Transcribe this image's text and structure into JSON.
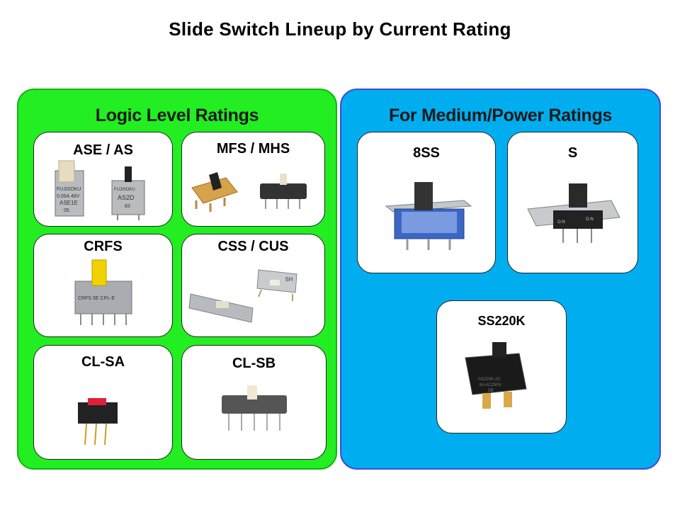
{
  "title": "Slide Switch Lineup by Current Rating",
  "logic_panel": {
    "heading": "Logic Level Ratings",
    "cards": [
      {
        "label": "ASE / AS",
        "part_texts": [
          "FUJISOKU",
          "0.05A 48V",
          "ASE1E",
          "05",
          "FUJISOKU",
          "AS2D",
          "83"
        ]
      },
      {
        "label": "MFS / MHS"
      },
      {
        "label": "CRFS",
        "part_texts": [
          "CRFS 5E CPL-E"
        ]
      },
      {
        "label": "CSS / CUS",
        "part_texts": [
          "5H"
        ]
      },
      {
        "label": "CL-SA"
      },
      {
        "label": "CL-SB"
      }
    ]
  },
  "power_panel": {
    "heading": "For Medium/Power Ratings",
    "cards": [
      {
        "label": "8SS"
      },
      {
        "label": "S",
        "part_texts": [
          "O.N",
          "O.N"
        ]
      },
      {
        "label": "SS220K",
        "part_texts": [
          "SS220K-23",
          "6A AC250V",
          "5B"
        ]
      }
    ]
  },
  "colors": {
    "green_panel": "#22ee22",
    "blue_panel": "#00aeef",
    "card_bg": "#ffffff"
  }
}
